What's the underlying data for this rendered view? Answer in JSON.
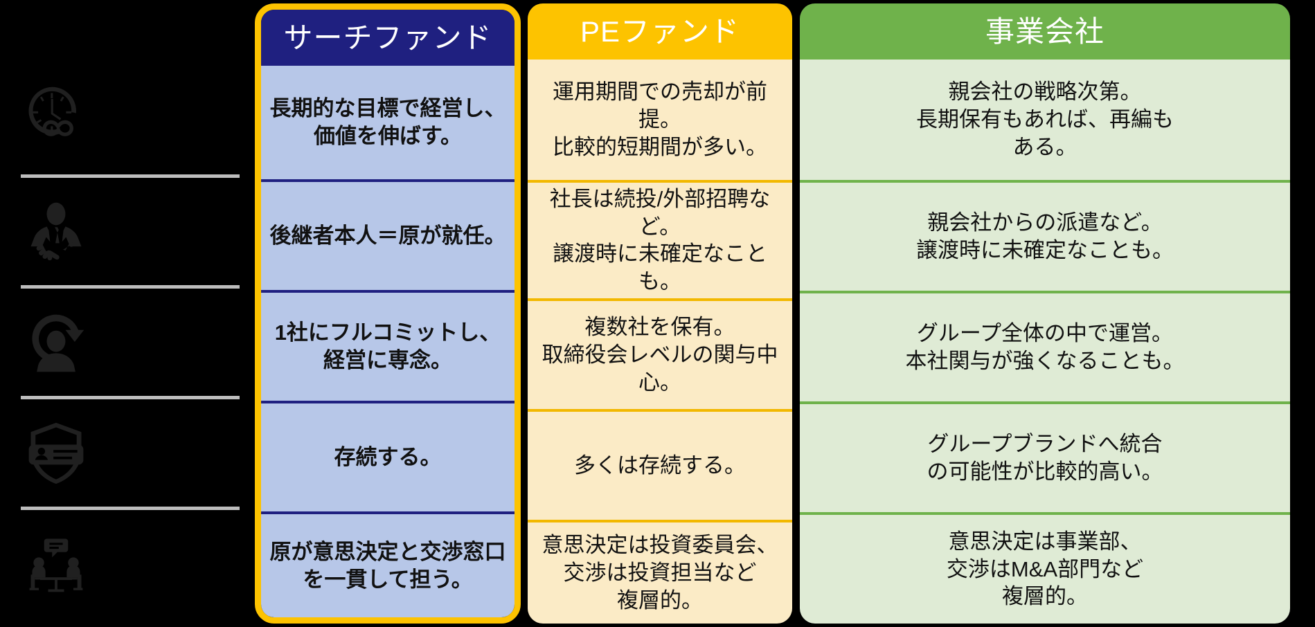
{
  "layout": {
    "background": "#000000",
    "row_count": 5
  },
  "colors": {
    "search_fund_header": "#1F2080",
    "search_fund_body": "#B7C7E8",
    "search_fund_outline": "#FDC300",
    "pe_fund_header": "#FDC300",
    "pe_fund_body": "#FBEBC6",
    "pe_fund_divider": "#F2B800",
    "operating_company_header": "#6FB24B",
    "operating_company_body": "#DFEBD5",
    "rail_divider": "#bdbdbd",
    "icon_fill": "#202020",
    "text": "#111111",
    "header_text": "#ffffff"
  },
  "icon_rail": {
    "items": [
      {
        "icon": "clock-infinity-icon"
      },
      {
        "icon": "businessman-handshake-icon"
      },
      {
        "icon": "person-refresh-commit-icon"
      },
      {
        "icon": "shield-id-badge-icon"
      },
      {
        "icon": "two-people-negotiation-table-icon"
      }
    ]
  },
  "columns": [
    {
      "id": "search-fund",
      "title": "サーチファンド",
      "cells": [
        "長期的な目標で経営し、\n価値を伸ばす。",
        "後継者本人＝原が就任。",
        "1社にフルコミットし、\n経営に専念。",
        "存続する。",
        "原が意思決定と交渉窓口\nを一貫して担う。"
      ]
    },
    {
      "id": "pe-fund",
      "title": "PEファンド",
      "cells": [
        "運用期間での売却が前提。\n比較的短期間が多い。",
        "社長は続投/外部招聘など。\n譲渡時に未確定なことも。",
        "複数社を保有。\n取締役会レベルの関与中心。",
        "多くは存続する。",
        "意思決定は投資委員会、\n交渉は投資担当など\n複層的。"
      ]
    },
    {
      "id": "operating-company",
      "title": "事業会社",
      "cells": [
        "親会社の戦略次第。\n長期保有もあれば、再編も\nある。",
        "親会社からの派遣など。\n譲渡時に未確定なことも。",
        "グループ全体の中で運営。\n本社関与が強くなることも。",
        "グループブランドへ統合\nの可能性が比較的高い。",
        "意思決定は事業部、\n交渉はM&A部門など\n複層的。"
      ]
    }
  ]
}
